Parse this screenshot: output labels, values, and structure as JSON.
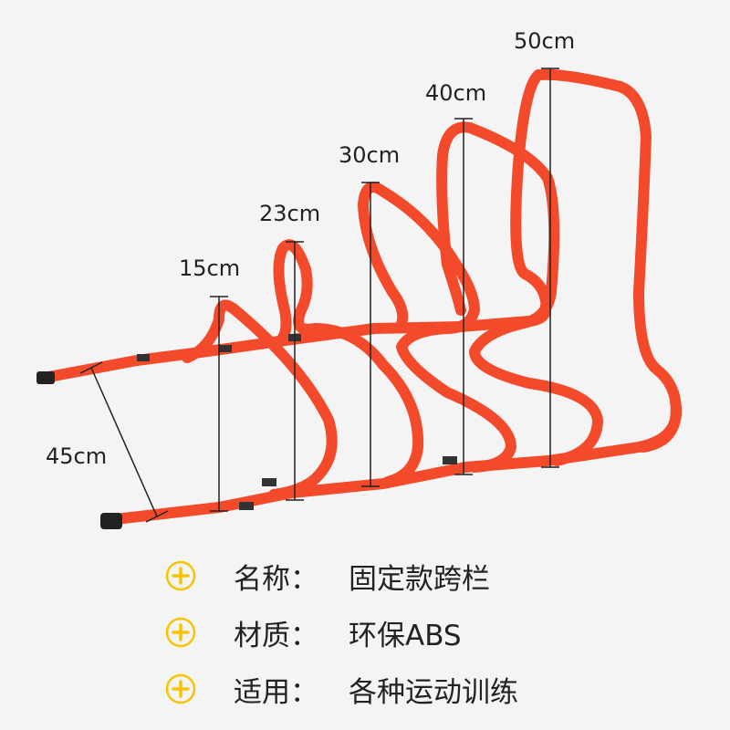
{
  "colors": {
    "hurdle": "#f44a2c",
    "hurdle_shadow": "#d83a1f",
    "background": "#f4f4f4",
    "text": "#222222",
    "icon": "#f7c400",
    "foot_cap": "#222222"
  },
  "dimensions": {
    "h15": "15cm",
    "h23": "23cm",
    "h30": "30cm",
    "h40": "40cm",
    "h50": "50cm",
    "width": "45cm"
  },
  "specs": [
    {
      "icon": "plus-circle-icon",
      "key": "名称：",
      "value": "固定款跨栏"
    },
    {
      "icon": "plus-circle-icon",
      "key": "材质：",
      "value": "环保ABS"
    },
    {
      "icon": "plus-circle-icon",
      "key": "适用：",
      "value": "各种运动训练"
    }
  ]
}
